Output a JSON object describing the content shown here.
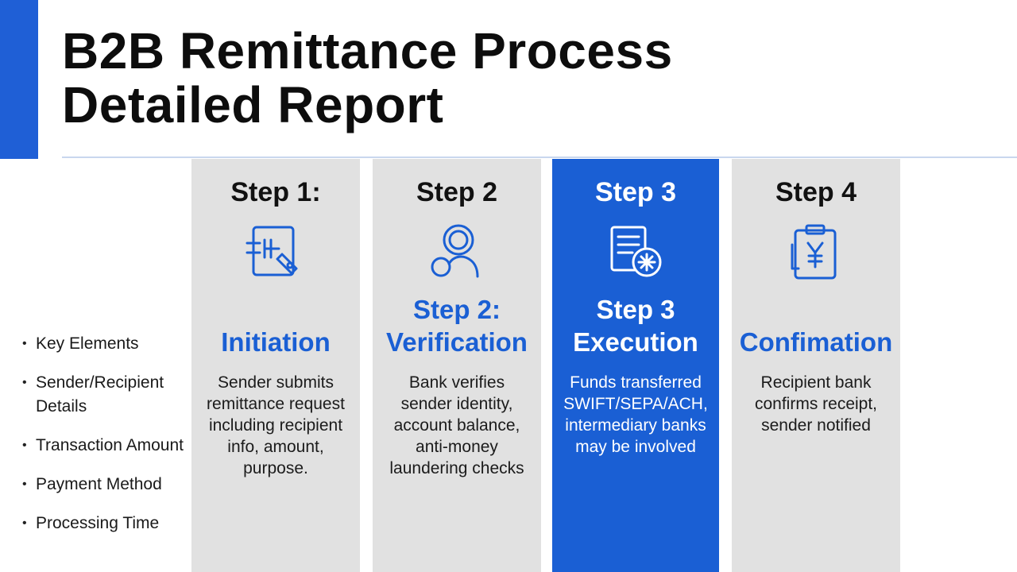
{
  "title_line1": "B2B Remittance Process",
  "title_line2": "Detailed Report",
  "colors": {
    "accent": "#1f5fd6",
    "panel": "#e1e1e1",
    "active_panel": "#1a5fd4"
  },
  "key_elements": [
    "Key Elements",
    "Sender/Recipient Details",
    "Transaction Amount",
    "Payment Method",
    "Processing Time"
  ],
  "steps": [
    {
      "head": "Step 1:",
      "icon": "form-pen-icon",
      "sub": "",
      "title": "Initiation",
      "desc": "Sender submits remittance request including recipient info, amount, purpose."
    },
    {
      "head": "Step 2",
      "icon": "user-verify-icon",
      "sub": "Step 2:",
      "title": "Verification",
      "desc": "Bank verifies sender identity, account balance, anti-money laundering checks"
    },
    {
      "head": "Step 3",
      "icon": "document-transfer-icon",
      "sub": "Step 3",
      "title": "Execution",
      "desc": "Funds transferred SWIFT/SEPA/ACH, intermediary banks may be involved"
    },
    {
      "head": "Step 4",
      "icon": "yen-clipboard-icon",
      "sub": "",
      "title": "Confimation",
      "desc": "Recipient bank confirms receipt, sender notified"
    }
  ]
}
